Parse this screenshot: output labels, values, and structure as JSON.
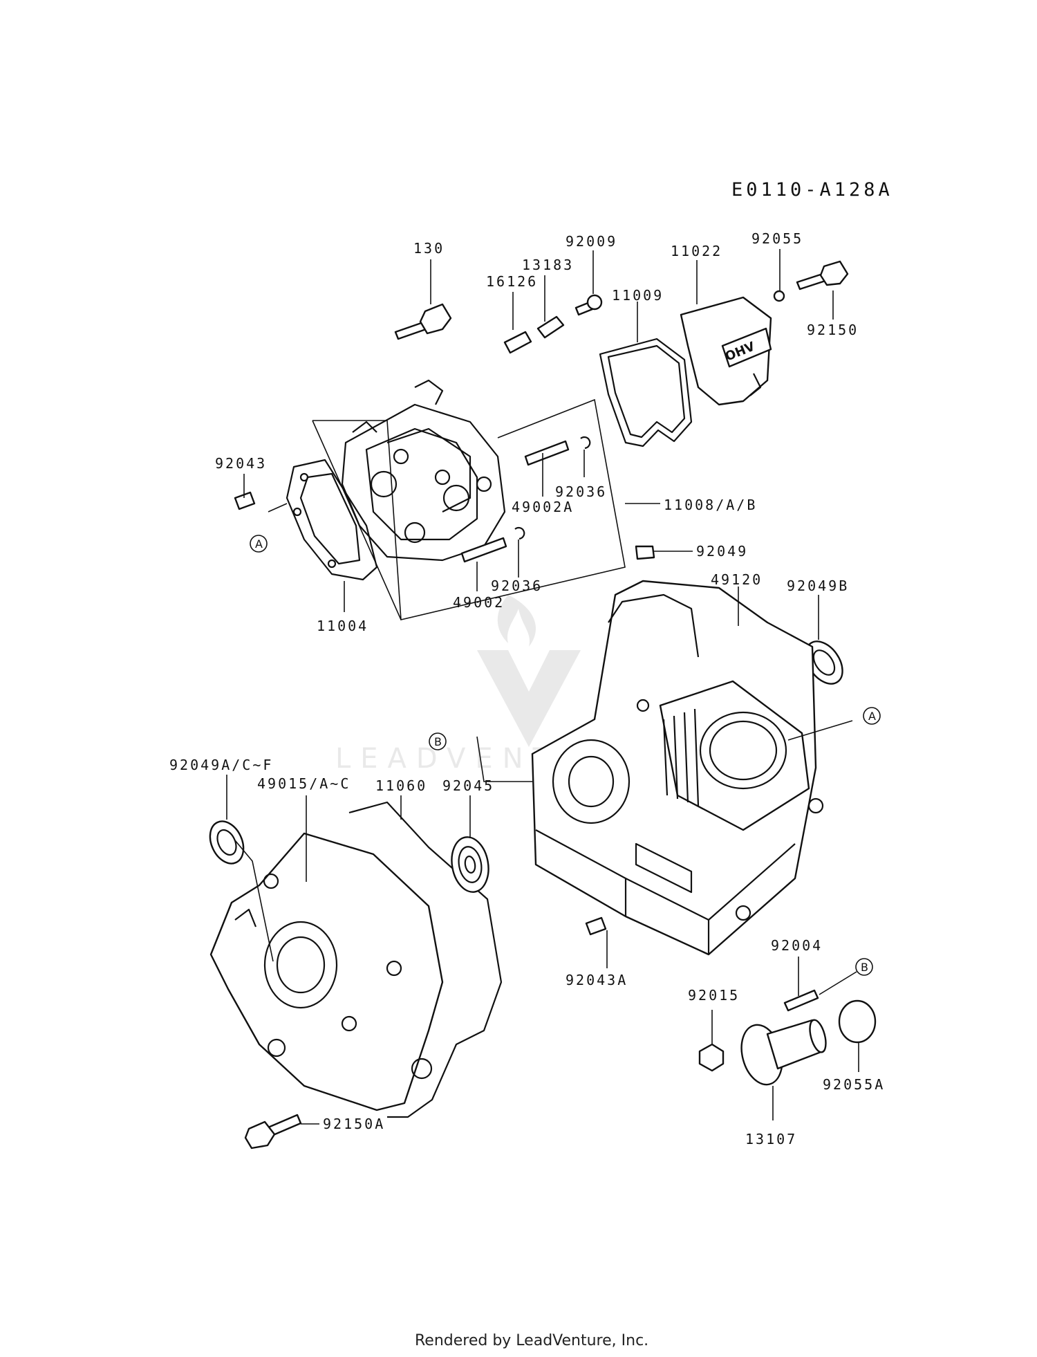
{
  "diagram_code": "E0110-A128A",
  "footer": "Rendered by LeadVenture, Inc.",
  "watermark": "LEADVENTURE",
  "cover_text": "OHV",
  "callouts": {
    "a": "A",
    "b": "B"
  },
  "part_labels": {
    "p130": "130",
    "p16126": "16126",
    "p13183": "13183",
    "p92009": "92009",
    "p11009": "11009",
    "p11022": "11022",
    "p92055": "92055",
    "p92150": "92150",
    "p92043": "92043",
    "p92036_upper": "92036",
    "p49002A": "49002A",
    "p11008": "11008/A/B",
    "p92049": "92049",
    "p92036_lower": "92036",
    "p49002": "49002",
    "p11004": "11004",
    "p49120": "49120",
    "p92049B": "92049B",
    "p92049A": "92049A/C~F",
    "p49015": "49015/A~C",
    "p11060": "11060",
    "p92045": "92045",
    "p92043A": "92043A",
    "p92004": "92004",
    "p92015": "92015",
    "p92055A": "92055A",
    "p13107": "13107",
    "p92150A": "92150A"
  }
}
